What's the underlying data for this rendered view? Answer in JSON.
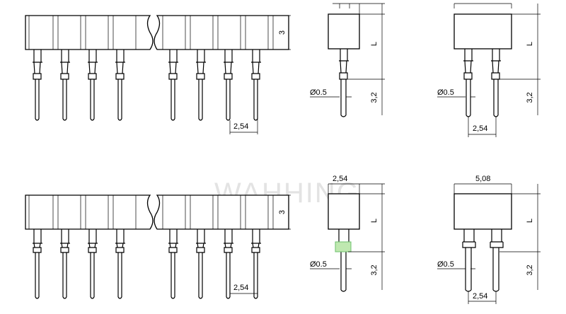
{
  "watermark": "WAHHING",
  "labels": {
    "height_3": "3",
    "pitch_254": "2,54",
    "length_L": "L",
    "dia_05": "Ø0.5",
    "pin_32": "3,2",
    "width_508": "5,08"
  }
}
